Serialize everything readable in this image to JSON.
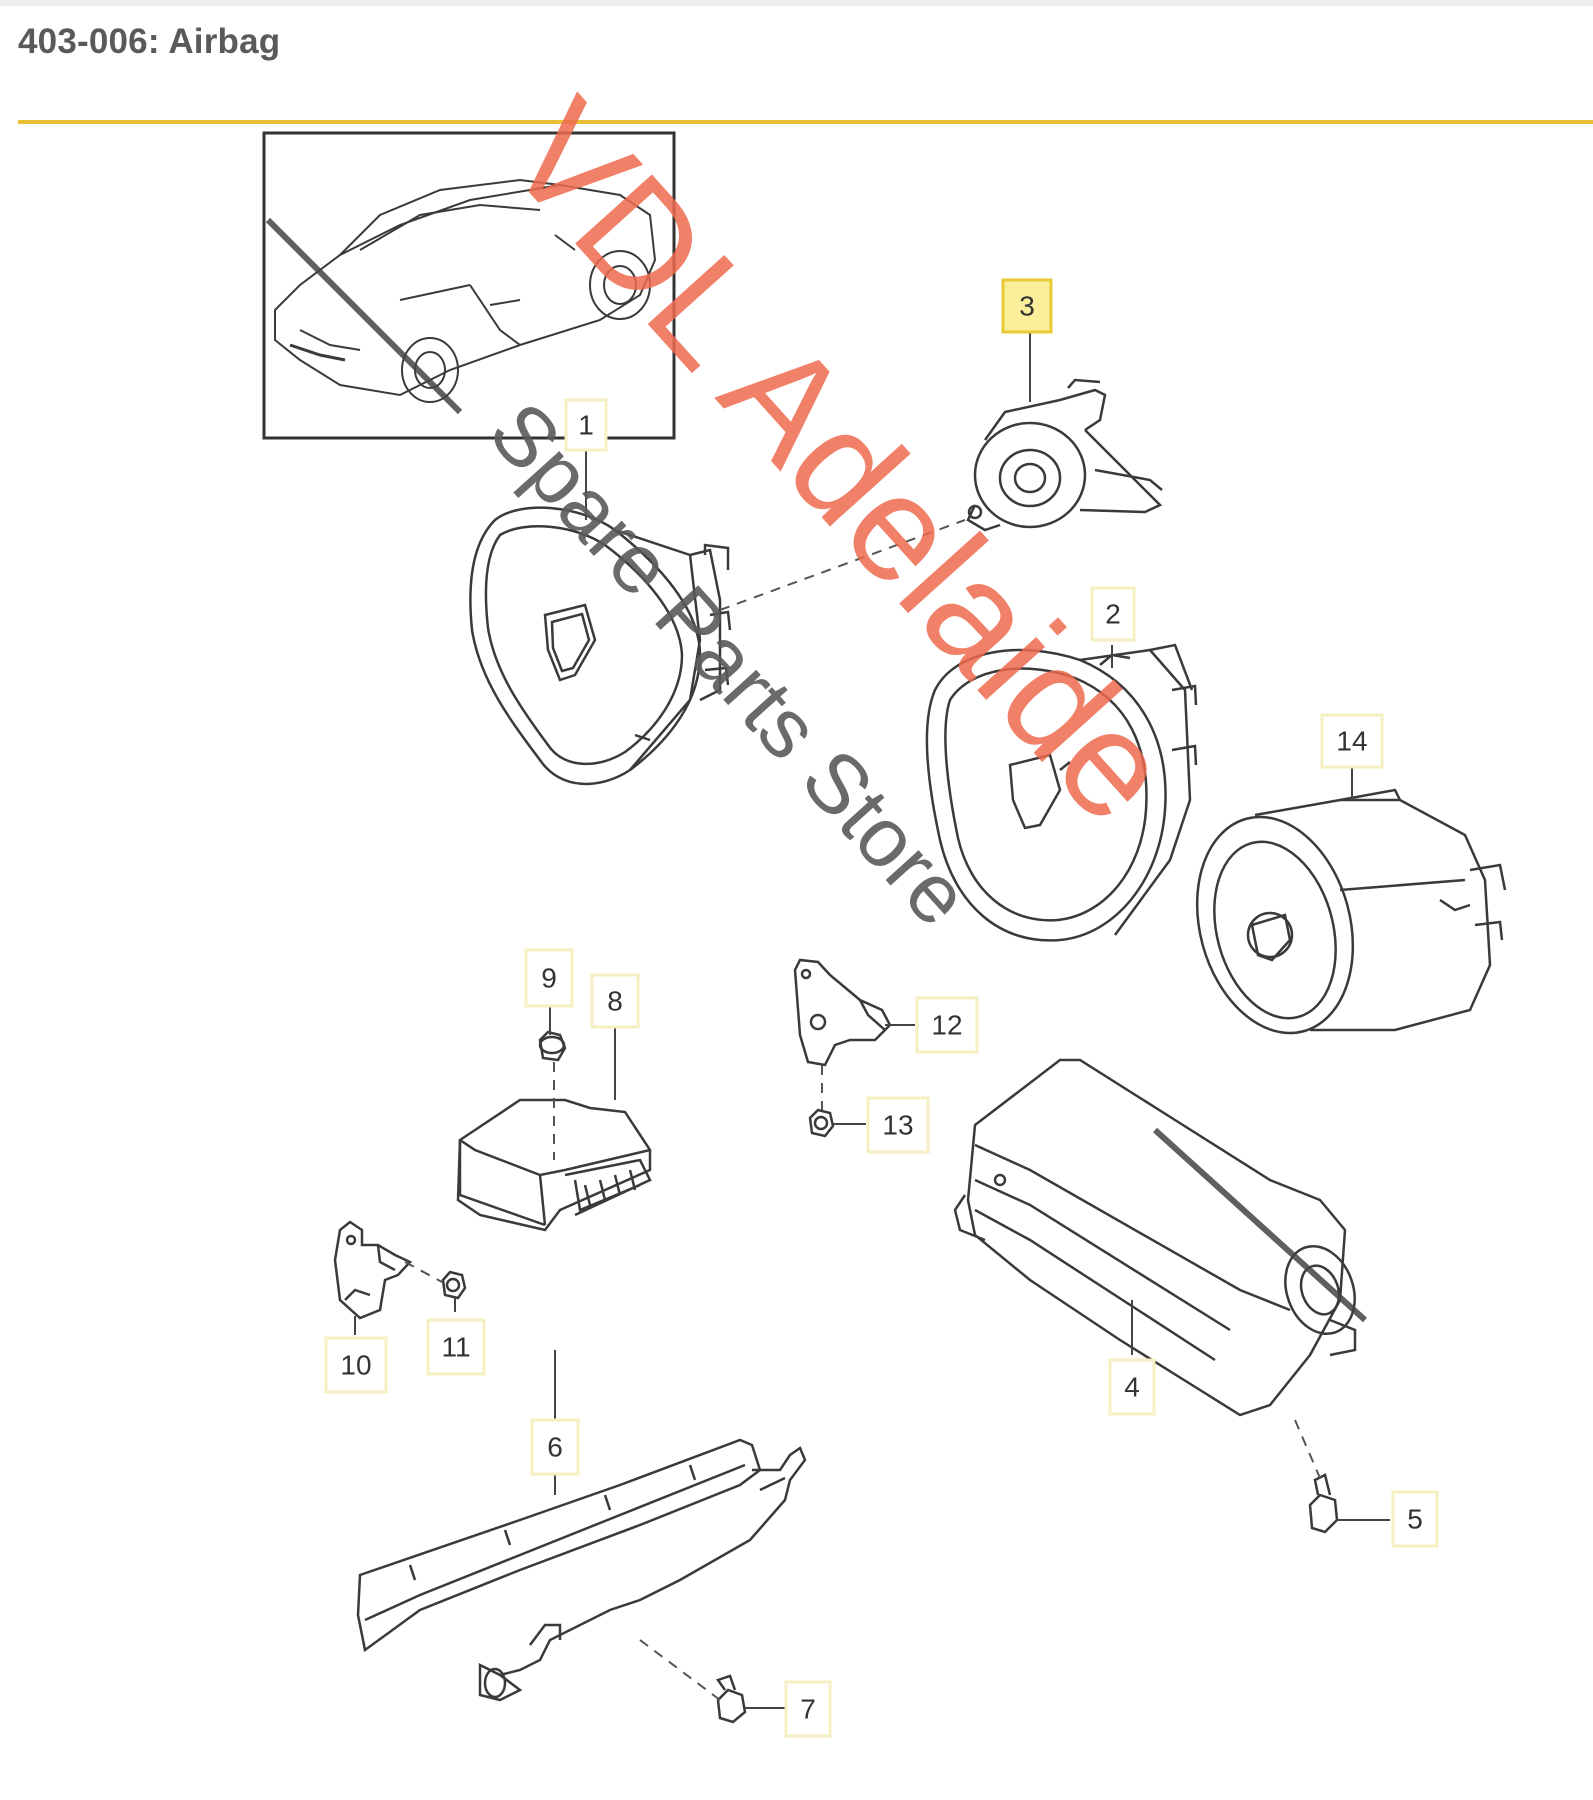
{
  "page": {
    "title": "403-006: Airbag"
  },
  "diagram": {
    "callouts": [
      {
        "id": "1",
        "label": "1",
        "highlighted": false
      },
      {
        "id": "2",
        "label": "2",
        "highlighted": false
      },
      {
        "id": "3",
        "label": "3",
        "highlighted": true
      },
      {
        "id": "4",
        "label": "4",
        "highlighted": false
      },
      {
        "id": "5",
        "label": "5",
        "highlighted": false
      },
      {
        "id": "6",
        "label": "6",
        "highlighted": false
      },
      {
        "id": "7",
        "label": "7",
        "highlighted": false
      },
      {
        "id": "8",
        "label": "8",
        "highlighted": false
      },
      {
        "id": "9",
        "label": "9",
        "highlighted": false
      },
      {
        "id": "10",
        "label": "10",
        "highlighted": false
      },
      {
        "id": "11",
        "label": "11",
        "highlighted": false
      },
      {
        "id": "12",
        "label": "12",
        "highlighted": false
      },
      {
        "id": "13",
        "label": "13",
        "highlighted": false
      },
      {
        "id": "14",
        "label": "14",
        "highlighted": false
      }
    ],
    "watermark": {
      "line1": "VDL Adelaide",
      "line2": "Spare Parts Store"
    }
  },
  "colors": {
    "accent_rule": "#e9bf33",
    "highlight_fill": "#fbee9b",
    "highlight_border": "#e9c934",
    "callout_border": "#f6efc2",
    "watermark_red": "#ef6a4e",
    "watermark_grey": "#5a5a5a",
    "line_art": "#3a3a3a"
  }
}
